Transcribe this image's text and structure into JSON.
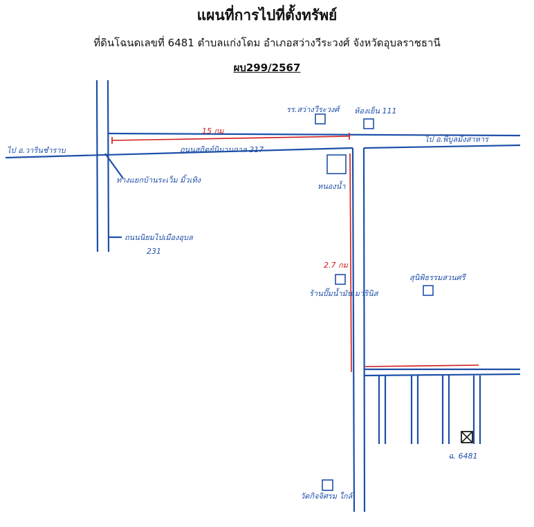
{
  "header": {
    "title": "แผนที่การไปที่ตั้งทรัพย์",
    "subtitle": "ที่ดินโฉนดเลขที่ 6481 ตำบลแก่งโดม อำเภอสว่างวีระวงศ์ จังหวัดอุบลราชธานี",
    "doc_number": "ผบ299/2567"
  },
  "map": {
    "labels": {
      "to_left": "ไป อ.วารินชำราบ",
      "to_right": "ไป อ.พิบูลมังสาหาร",
      "highway": "ถนนสถิตย์นิมานกาล 217",
      "dist_top": "15 กม",
      "dist_vertical": "2.7 กม",
      "school": "รร.สว่างวีระวงศ์",
      "shop": "ห้องเย็น 111",
      "junction": "ทางแยกบ้านระเว็ม มิ้วเทิง",
      "roadside": "ถนนนิยมไปเมืองอุบล",
      "road_no": "231",
      "water": "หนองน้ำ",
      "station": "ร้านปั๊มน้ำมัน มารินิส",
      "temple": "สุนิพิธรรมสวนศรี",
      "plot": "ฉ. 6481",
      "bottom": "วัดกิจจิศรม ใกล้"
    }
  }
}
